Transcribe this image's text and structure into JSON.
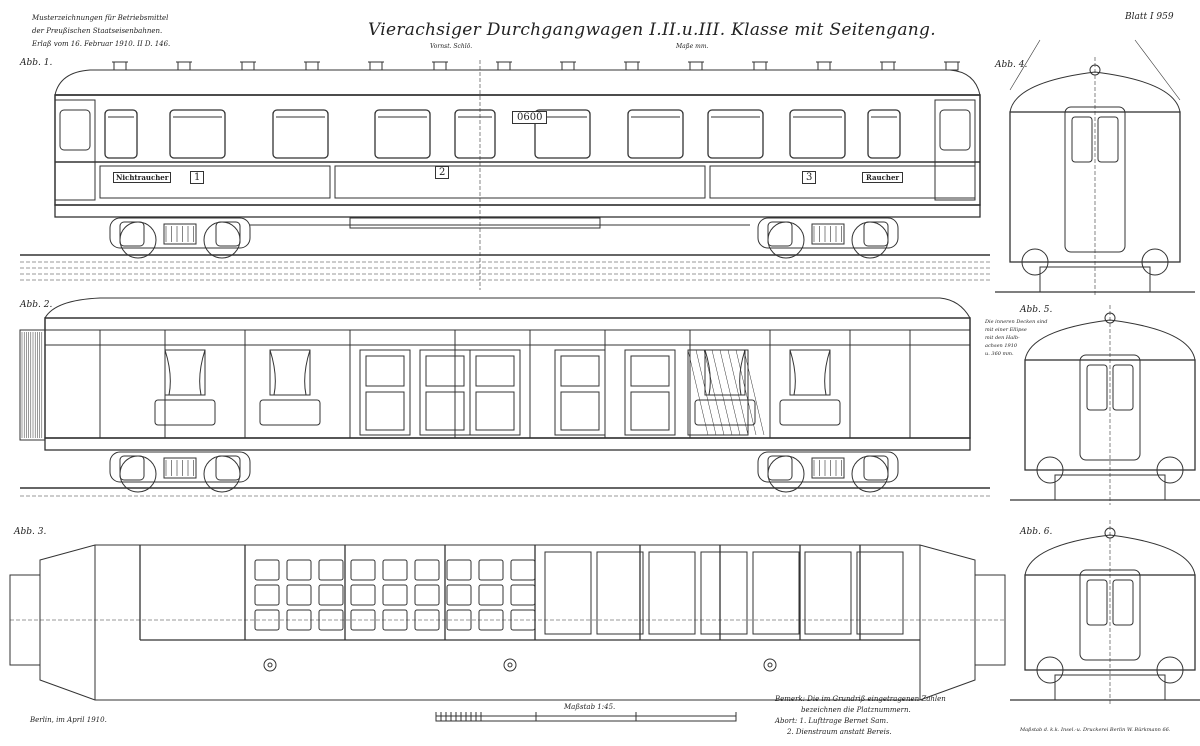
{
  "header": {
    "notice_lines": [
      "Musterzeichnungen für Betriebsmittel",
      "der Preußischen Staatseisenbahnen.",
      "Erlaß vom 16. Februar 1910. II D. 146."
    ],
    "title": "Vierachsiger Durchgangwagen I.II.u.III. Klasse mit Seitengang.",
    "subtitle_left": "Vornst. Schlö.",
    "subtitle_right": "Maße mm.",
    "sheet": "Blatt I 959"
  },
  "figures": {
    "abb1": "Abb. 1.",
    "abb2": "Abb. 2.",
    "abb3": "Abb. 3.",
    "abb4": "Abb. 4.",
    "abb5": "Abb. 5.",
    "abb6": "Abb. 6."
  },
  "car_markings": {
    "number": "0600",
    "class_1": "1",
    "class_2": "2",
    "class_3": "3",
    "nonsmoker": "Nichtraucher",
    "smoker": "Raucher"
  },
  "abb5_note": [
    "Die inneren Decken sind",
    "mit einer Ellipse",
    "mit den Halb-",
    "achsen 1910",
    "u. 360 mm."
  ],
  "footer": {
    "place_date": "Berlin, im April 1910.",
    "scale_label": "Maßstab 1:45.",
    "remark": [
      "Bemerk: Die im Grundriß eingetragenen Zahlen",
      "bezeichnen die Platznummern."
    ],
    "legend": [
      "Abort: 1. Lufttrage Bernet Sam.",
      "2. Dienstraum anstatt Bereis."
    ],
    "printer": "Maßstab d. k.k. Insel.-u. Druckerei Berlin W. Bürkmann 66."
  }
}
